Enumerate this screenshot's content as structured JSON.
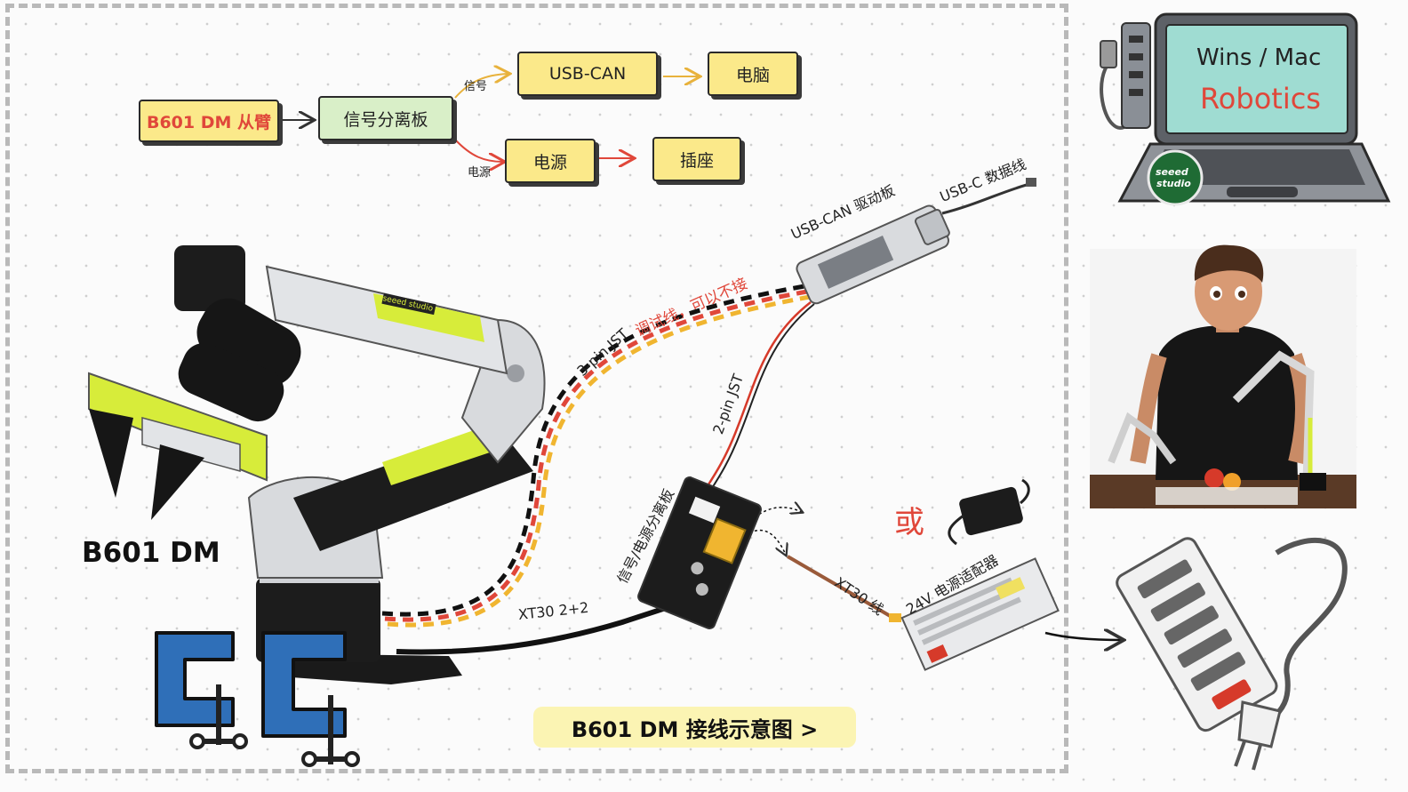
{
  "flow": {
    "arm_box": "B601 DM 从臂",
    "splitter_box": "信号分离板",
    "signal_label": "信号",
    "power_label": "电源",
    "usbcan_box": "USB-CAN",
    "computer_box": "电脑",
    "power_box": "电源",
    "socket_box": "插座"
  },
  "laptop": {
    "line1": "Wins / Mac",
    "line2": "Robotics",
    "sticker_line1": "seeed",
    "sticker_line2": "studio"
  },
  "arm": {
    "title": "B601 DM",
    "sticker": "seeed studio"
  },
  "wiring": {
    "usbcan_driver": "USB-CAN 驱动板",
    "usbc_cable": "USB-C 数据线",
    "debug_line": "调试线，可以不接",
    "jst3": "3-pin JST",
    "jst2": "2-pin JST",
    "splitter_board": "信号/电源分离板",
    "xt30_22": "XT30 2+2",
    "xt30_line": "XT30 线",
    "adapter": "24V 电源适配器",
    "or": "或"
  },
  "footer": {
    "caption": "B601 DM 接线示意图  >"
  },
  "colors": {
    "box_yellow": "#fbe98a",
    "box_green": "#d9efc8",
    "accent_red": "#e0473a",
    "arm_lime": "#d7ec3a",
    "clamp_blue": "#2f6fb8",
    "frame_gray": "#b9b9b9"
  }
}
